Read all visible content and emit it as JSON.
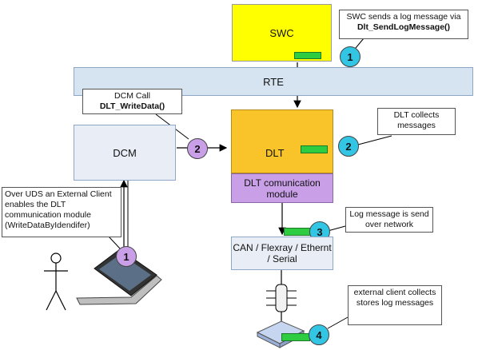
{
  "blocks": {
    "swc": "SWC",
    "rte": "RTE",
    "dcm": "DCM",
    "dlt": "DLT",
    "dlt_comm": "DLT comunication module",
    "bus": "CAN / Flexray / Ethernt / Serial"
  },
  "callouts": {
    "swc_note_text": "SWC sends a log message via",
    "swc_note_code": "Dlt_SendLogMessage()",
    "dcm_call_text": "DCM Call",
    "dcm_call_code": "DLT_WriteData()",
    "dlt_collects": "DLT collects messages",
    "external_client": "Over UDS an External Client enables the DLT communication module (WriteDataByIdendifer)",
    "log_network": "Log message is send over network",
    "ext_collects": "external client collects stores log messages"
  },
  "badges": {
    "b1_swc": "1",
    "b2_dlt": "2",
    "b2_dcm": "2",
    "b3": "3",
    "b4": "4",
    "b1_laptop": "1"
  },
  "colors": {
    "swc": "#ffff00",
    "dlt": "#f9c32a",
    "dlt_comm": "#c9a0e8",
    "rte": "#d6e4f2",
    "dcm": "#e9eef6",
    "bus": "#e9eef6",
    "cyan_badge": "#33c6e4",
    "purple_badge": "#c9a0e8",
    "message": "#2ecc40"
  }
}
